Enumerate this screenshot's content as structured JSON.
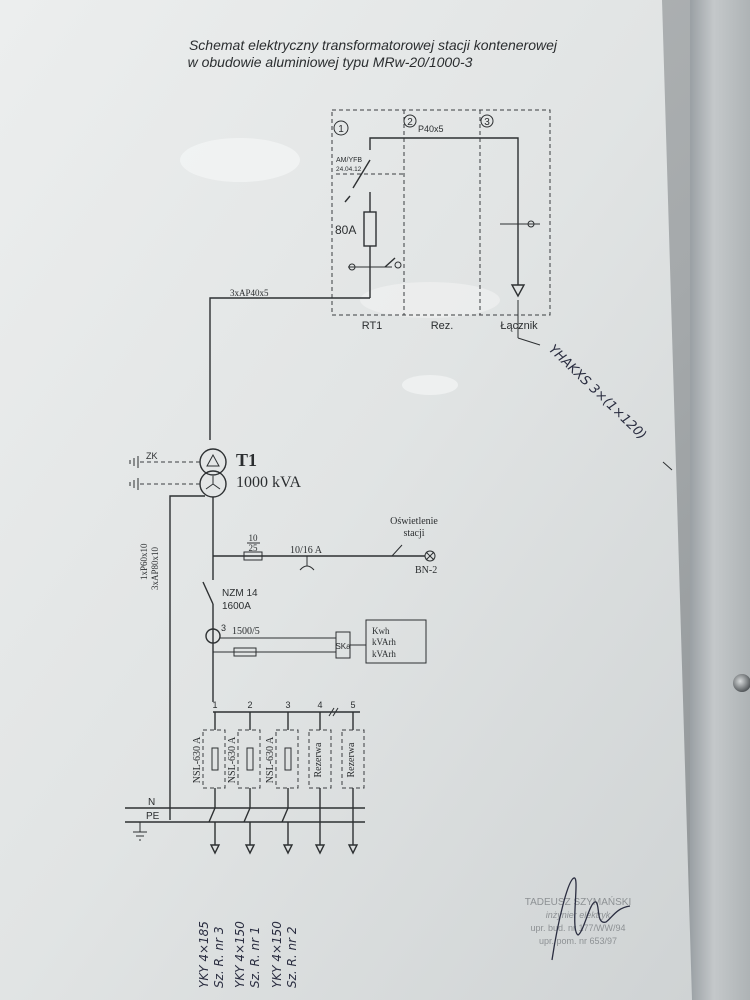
{
  "title": {
    "line1": "Schemat elektryczny transformatorowej stacji kontenerowej",
    "line2": "w obudowie aluminiowej typu MRw-20/1000-3"
  },
  "mv_section": {
    "field_numbers": [
      "1",
      "2",
      "3"
    ],
    "field_labels": [
      "RT1",
      "Rez.",
      "Łącznik"
    ],
    "busbar": "P40x5",
    "switch_type": "AM/YFB",
    "switch_code": "24.04.12",
    "fuse": "80A",
    "feed_busbar": "3xAP40x5",
    "cable": "YHAKXS 3×(1×120)"
  },
  "transformer": {
    "name": "T1",
    "rating": "1000 kVA",
    "earthing_label": "ZK",
    "pe_bars": [
      "1xP60x10",
      "3xAP80x10"
    ]
  },
  "lighting": {
    "fraction_top": "10",
    "fraction_bottom": "25",
    "breaker": "10/16 A",
    "label_line1": "Oświetlenie",
    "label_line2": "stacji",
    "lamp": "BN-2"
  },
  "main_breaker": {
    "type": "NZM 14",
    "rating": "1600A"
  },
  "metering": {
    "ct_count": "3",
    "ct_ratio": "1500/5",
    "module": "SKa",
    "meters": [
      "Kwh",
      "kVArh",
      "kVArh"
    ]
  },
  "outputs": {
    "numbers": [
      "1",
      "2",
      "3",
      "4",
      "5"
    ],
    "devices": [
      "NSL-630 A",
      "NSL-630 A",
      "NSL-630 A",
      "Rezerwa",
      "Rezerwa"
    ],
    "n_label": "N",
    "pe_label": "PE",
    "cables": [
      {
        "line1": "YKY 4×185",
        "line2": "Sz. R. nr 3"
      },
      {
        "line1": "YKY 4×150",
        "line2": "Sz. R. nr 1"
      },
      {
        "line1": "YKY 4×150",
        "line2": "Sz. R. nr 2"
      }
    ]
  },
  "stamp": {
    "name": "TADEUSZ SZYMAŃSKI",
    "line2": "inżynier elektryk",
    "line3": "upr. bud. nr 177/WW/94",
    "line4": "upr. pom. nr 653/97"
  }
}
